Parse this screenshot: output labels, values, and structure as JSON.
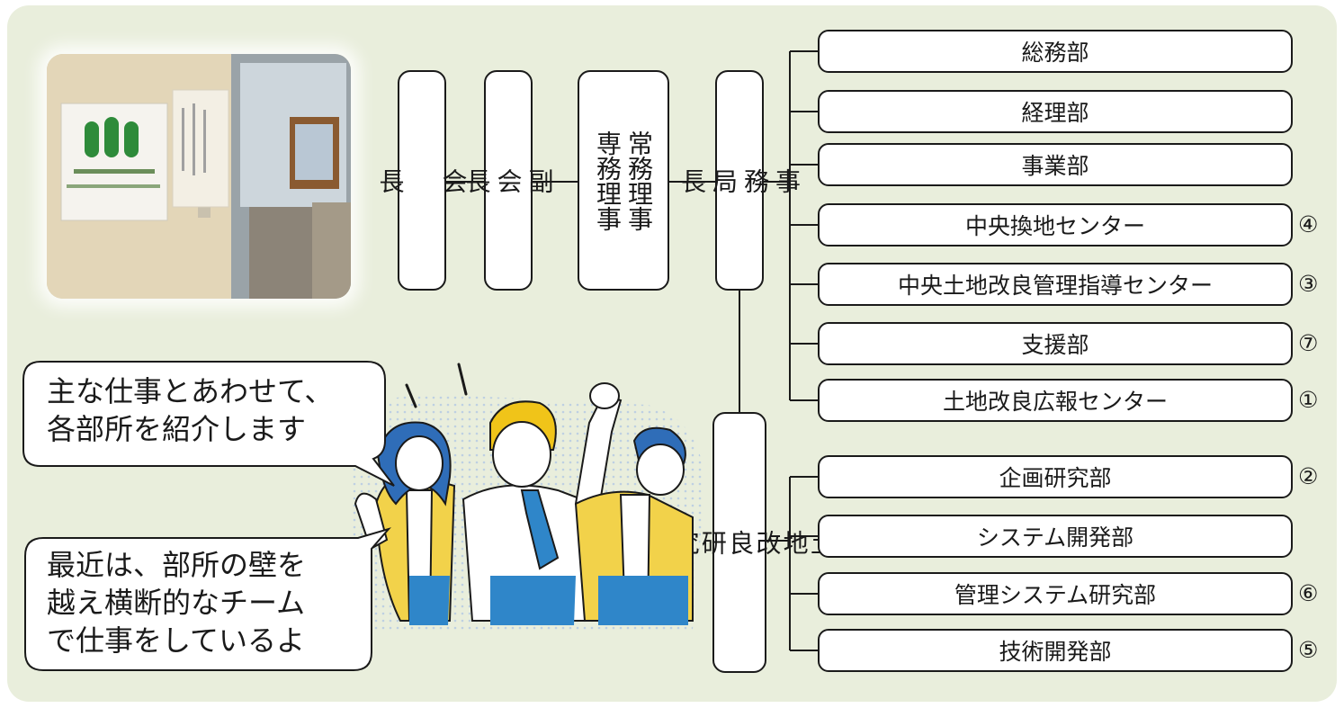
{
  "chart": {
    "top_chain": [
      "会\n\n長",
      "副\n会\n長",
      "常務理事\n専務理事",
      "事\n務\n局\n長"
    ],
    "secretariat_departments": [
      {
        "label": "総務部",
        "badge": ""
      },
      {
        "label": "経理部",
        "badge": ""
      },
      {
        "label": "事業部",
        "badge": ""
      },
      {
        "label": "中央換地センター",
        "badge": "④"
      },
      {
        "label": "中央土地改良管理指導センター",
        "badge": "③"
      },
      {
        "label": "支援部",
        "badge": "⑦"
      },
      {
        "label": "土地改良広報センター",
        "badge": "①"
      }
    ],
    "institute": "土\n地\n改\n良\n研\n究\n所",
    "institute_departments": [
      {
        "label": "企画研究部",
        "badge": "②"
      },
      {
        "label": "システム開発部",
        "badge": ""
      },
      {
        "label": "管理システム研究部",
        "badge": "⑥"
      },
      {
        "label": "技術開発部",
        "badge": "⑤"
      }
    ]
  },
  "bubbles": {
    "intro": "主な仕事とあわせて、\n各部所を紹介します",
    "teamwork": "最近は、部所の壁を\n越え横断的なチーム\nで仕事をしているよ"
  },
  "colors": {
    "panel": "#e9eedc",
    "jacket": "#f2d24a",
    "tie": "#2f86c9",
    "hair_dark": "#2f6db8",
    "hair_blond": "#f0c419",
    "logo_green": "#2e8b3a"
  }
}
